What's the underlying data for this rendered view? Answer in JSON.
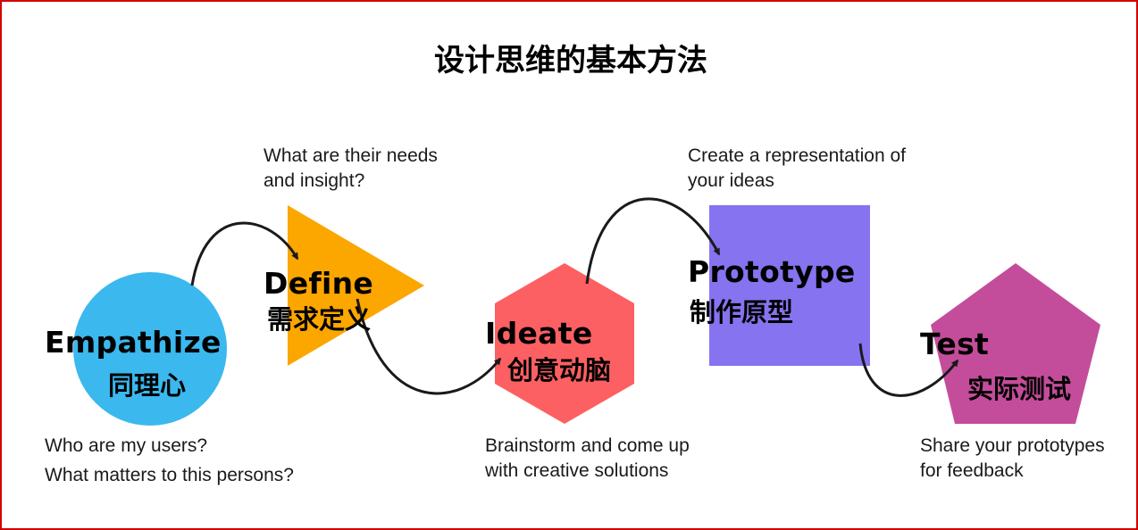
{
  "title": "设计思维的基本方法",
  "colors": {
    "border": "#d40000",
    "empathize": "#3bb8ee",
    "define": "#fca600",
    "ideate": "#fd6062",
    "prototype": "#8673ef",
    "test": "#c44d9b",
    "arrow": "#1a1a1a"
  },
  "stages": [
    {
      "id": "empathize",
      "shape": "circle",
      "name": "Empathize",
      "name_zh": "同理心",
      "desc": [
        "Who are my users?",
        "What matters to this persons?"
      ]
    },
    {
      "id": "define",
      "shape": "triangle",
      "name": "Define",
      "name_zh": "需求定义",
      "desc": [
        "What are their needs",
        "and insight?"
      ]
    },
    {
      "id": "ideate",
      "shape": "hexagon",
      "name": "Ideate",
      "name_zh": "创意动脑",
      "desc": [
        "Brainstorm and come up",
        "with creative solutions"
      ]
    },
    {
      "id": "prototype",
      "shape": "square",
      "name": "Prototype",
      "name_zh": "制作原型",
      "desc": [
        "Create a representation of",
        "your ideas"
      ]
    },
    {
      "id": "test",
      "shape": "pentagon",
      "name": "Test",
      "name_zh": "实际测试",
      "desc": [
        "Share your prototypes",
        "for feedback"
      ]
    }
  ]
}
